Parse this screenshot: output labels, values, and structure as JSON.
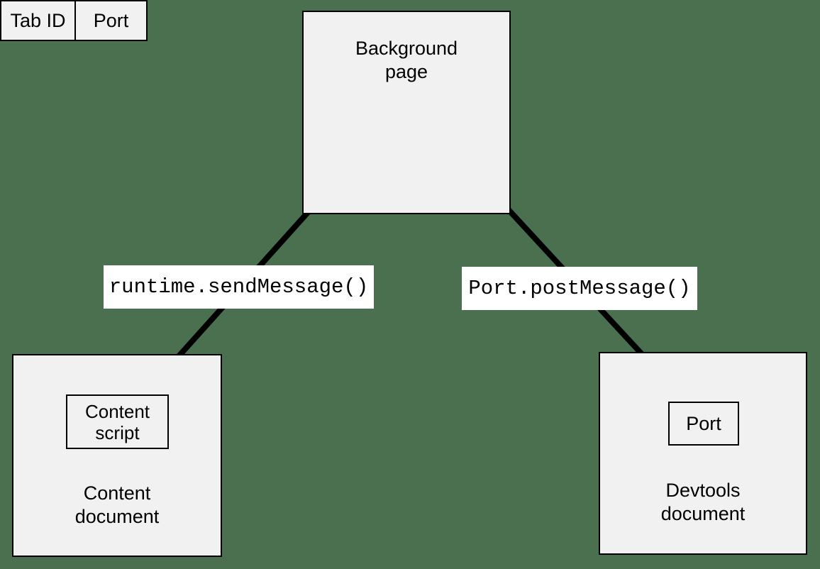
{
  "page": {
    "background_color": "#4a7050",
    "box_fill": "#f1f1f1",
    "box_stroke": "#000000",
    "label_fill": "#ffffff"
  },
  "diagram": {
    "type": "message-passing-architecture",
    "nodes": [
      {
        "id": "background-page",
        "label": "Background\npage",
        "cells": [
          {
            "id": "tab-id",
            "label": "Tab ID"
          },
          {
            "id": "port",
            "label": "Port"
          }
        ]
      },
      {
        "id": "content-document",
        "label": "Content\ndocument",
        "inner": {
          "id": "content-script",
          "label": "Content\nscript"
        }
      },
      {
        "id": "devtools-document",
        "label": "Devtools\ndocument",
        "inner": {
          "id": "devtools-port",
          "label": "Port"
        }
      }
    ],
    "edges": [
      {
        "id": "edge-runtime-sendmessage",
        "label": "runtime.sendMessage()",
        "from": "content-script",
        "to": "tab-id",
        "arrowheads": "both"
      },
      {
        "id": "edge-port-postmessage",
        "label": "Port.postMessage()",
        "from": "port",
        "to": "devtools-port",
        "arrowheads": "both"
      }
    ]
  }
}
